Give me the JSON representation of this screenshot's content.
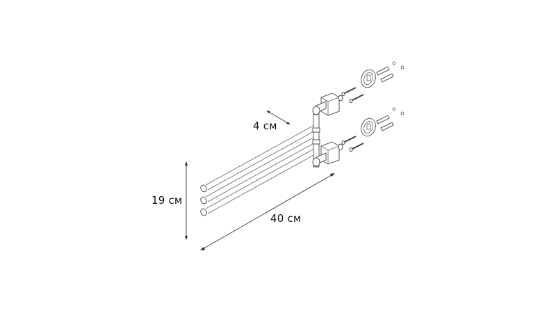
{
  "diagram": {
    "subject": "swivel towel rail with three arms",
    "colors": {
      "background": "#ffffff",
      "line": "#6d6d6d",
      "dimension": "#333333",
      "text": "#111111"
    },
    "dimensions": {
      "depth": {
        "label": "4 см"
      },
      "height": {
        "label": "19 см"
      },
      "length": {
        "label": "40 см"
      }
    },
    "parts": {
      "arms": 3,
      "wall_brackets": 2,
      "mounting_plates": 2,
      "screws": 4,
      "wall_plugs": 4,
      "set_screws": 2
    }
  }
}
